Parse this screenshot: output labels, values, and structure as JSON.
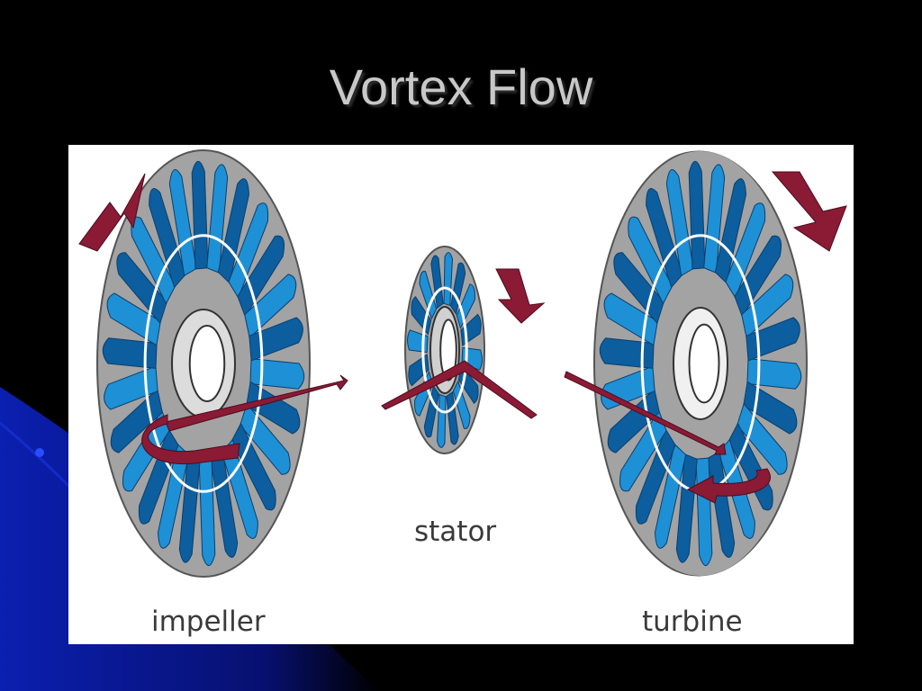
{
  "slide": {
    "title": "Vortex Flow",
    "title_color": "#c8c8c8"
  },
  "figure": {
    "labels": {
      "impeller": "impeller",
      "stator": "stator",
      "turbine": "turbine"
    },
    "label_color": "#3a3a3a"
  },
  "colors": {
    "background": "#000000",
    "swoosh": "#0a1ea8",
    "blade": "#1e90d6",
    "blade_dark": "#0c5e9e",
    "rim": "#a3a3a3",
    "arrow": "#8b1a35"
  }
}
